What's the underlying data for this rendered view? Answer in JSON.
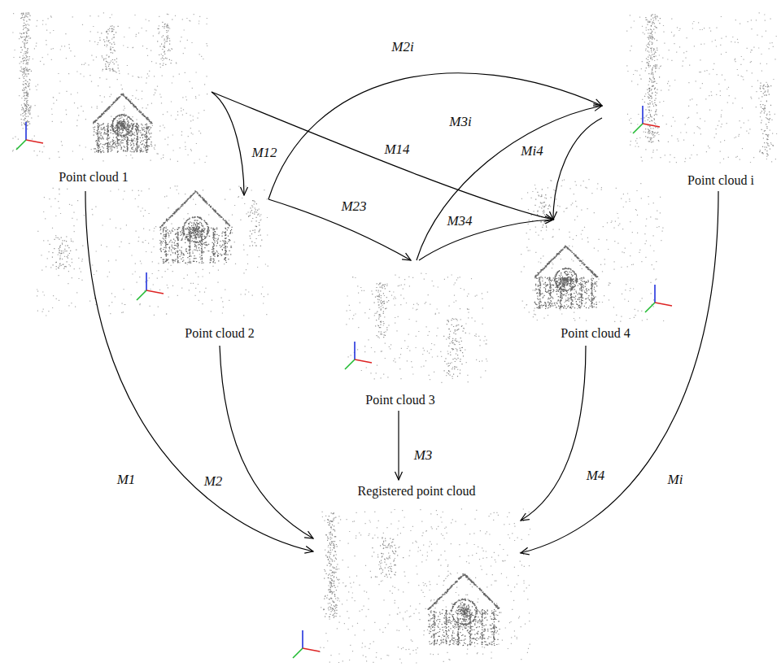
{
  "diagram": {
    "nodes": [
      {
        "text": [
          "Point cloud 1"
        ]
      },
      {
        "text": [
          "Point cloud 2"
        ]
      },
      {
        "text": [
          "Point cloud 3"
        ]
      },
      {
        "text": [
          "Point cloud 4"
        ]
      },
      {
        "text": [
          "Point cloud i"
        ]
      },
      {
        "text": [
          "Registered point cloud"
        ]
      }
    ],
    "edges": [
      {
        "from": 0,
        "to": 1,
        "arrow": "to",
        "label": "M12"
      },
      {
        "from": 0,
        "to": 3,
        "arrow": "to",
        "label": "M14"
      },
      {
        "from": 1,
        "to": 4,
        "arrow": "to",
        "label": "M2i"
      },
      {
        "from": 1,
        "to": 2,
        "arrow": "to",
        "label": "M23"
      },
      {
        "from": 2,
        "to": 4,
        "arrow": "to",
        "label": "M3i"
      },
      {
        "from": 2,
        "to": 3,
        "arrow": "to",
        "label": "M34"
      },
      {
        "from": 4,
        "to": 3,
        "arrow": "to",
        "label": "Mi4"
      },
      {
        "from": 0,
        "to": 5,
        "arrow": "to",
        "label": "M1"
      },
      {
        "from": 1,
        "to": 5,
        "arrow": "to",
        "label": "M2"
      },
      {
        "from": 2,
        "to": 5,
        "arrow": "to",
        "label": "M3"
      },
      {
        "from": 3,
        "to": 5,
        "arrow": "to",
        "label": "M4"
      },
      {
        "from": 4,
        "to": 5,
        "arrow": "to",
        "label": "Mi"
      }
    ]
  }
}
